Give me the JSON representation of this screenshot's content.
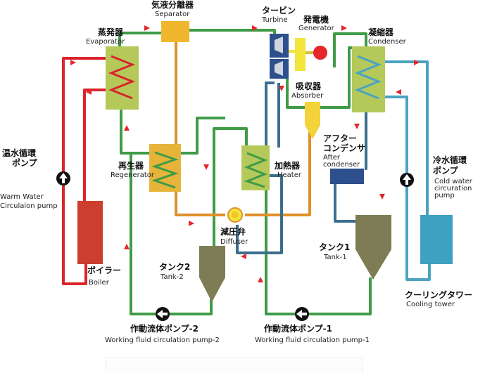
{
  "colors": {
    "hot_water": "#d9252b",
    "working_fluid": "#3f9b47",
    "vapor": "#e0902a",
    "cold_water": "#4aa3c1",
    "return_line": "#3b6f8f",
    "exchanger": "#b5c95a",
    "regenerator": "#e6b43a",
    "separator": "#f0b72e",
    "turbine": "#2d4f8c",
    "generator": "#f2e53b",
    "absorber": "#f4d23a",
    "tank": "#7d7c55",
    "boiler": "#cc3f2e",
    "cooling_tower": "#3fa1c2"
  },
  "labels": {
    "separator": {
      "jp": "気液分離器",
      "en": "Separator"
    },
    "turbine": {
      "jp": "タービン",
      "en": "Turbine"
    },
    "generator": {
      "jp": "発電機",
      "en": "Generator"
    },
    "evaporator": {
      "jp": "蒸発器",
      "en": "Evaporator"
    },
    "condenser": {
      "jp": "凝縮器",
      "en": "Condenser"
    },
    "absorber": {
      "jp": "吸収器",
      "en": "Absorber"
    },
    "after_condenser": {
      "jp_line1": "アフター",
      "jp_line2": "コンデンサ",
      "en_line1": "After",
      "en_line2": "condenser"
    },
    "warm_water_pump": {
      "jp_line1": "温水循環",
      "jp_line2": "ポンプ",
      "en_line1": "Warm Water",
      "en_line2": "Circulaion pump"
    },
    "regenerator": {
      "jp": "再生器",
      "en": "Regenerator"
    },
    "heater": {
      "jp": "加熱器",
      "en": "Heater"
    },
    "cold_water_pump": {
      "jp_line1": "冷水循環",
      "jp_line2": "ポンプ",
      "en_line1": "Cold water",
      "en_line2": "circuration",
      "en_line3": "pump"
    },
    "diffuser": {
      "jp": "減圧弁",
      "en": "Diffuser"
    },
    "tank1": {
      "jp": "タンク1",
      "en": "Tank-1"
    },
    "tank2": {
      "jp": "タンク2",
      "en": "Tank-2"
    },
    "boiler": {
      "jp": "ボイラー",
      "en": "Boiler"
    },
    "cooling_tower": {
      "jp": "クーリングタワー",
      "en": "Cooling tower"
    },
    "pump2": {
      "jp": "作動流体ポンプ-2",
      "en": "Working fluid circulation pump-2"
    },
    "pump1": {
      "jp": "作動流体ポンプ-1",
      "en": "Working fluid circulation pump-1"
    }
  }
}
